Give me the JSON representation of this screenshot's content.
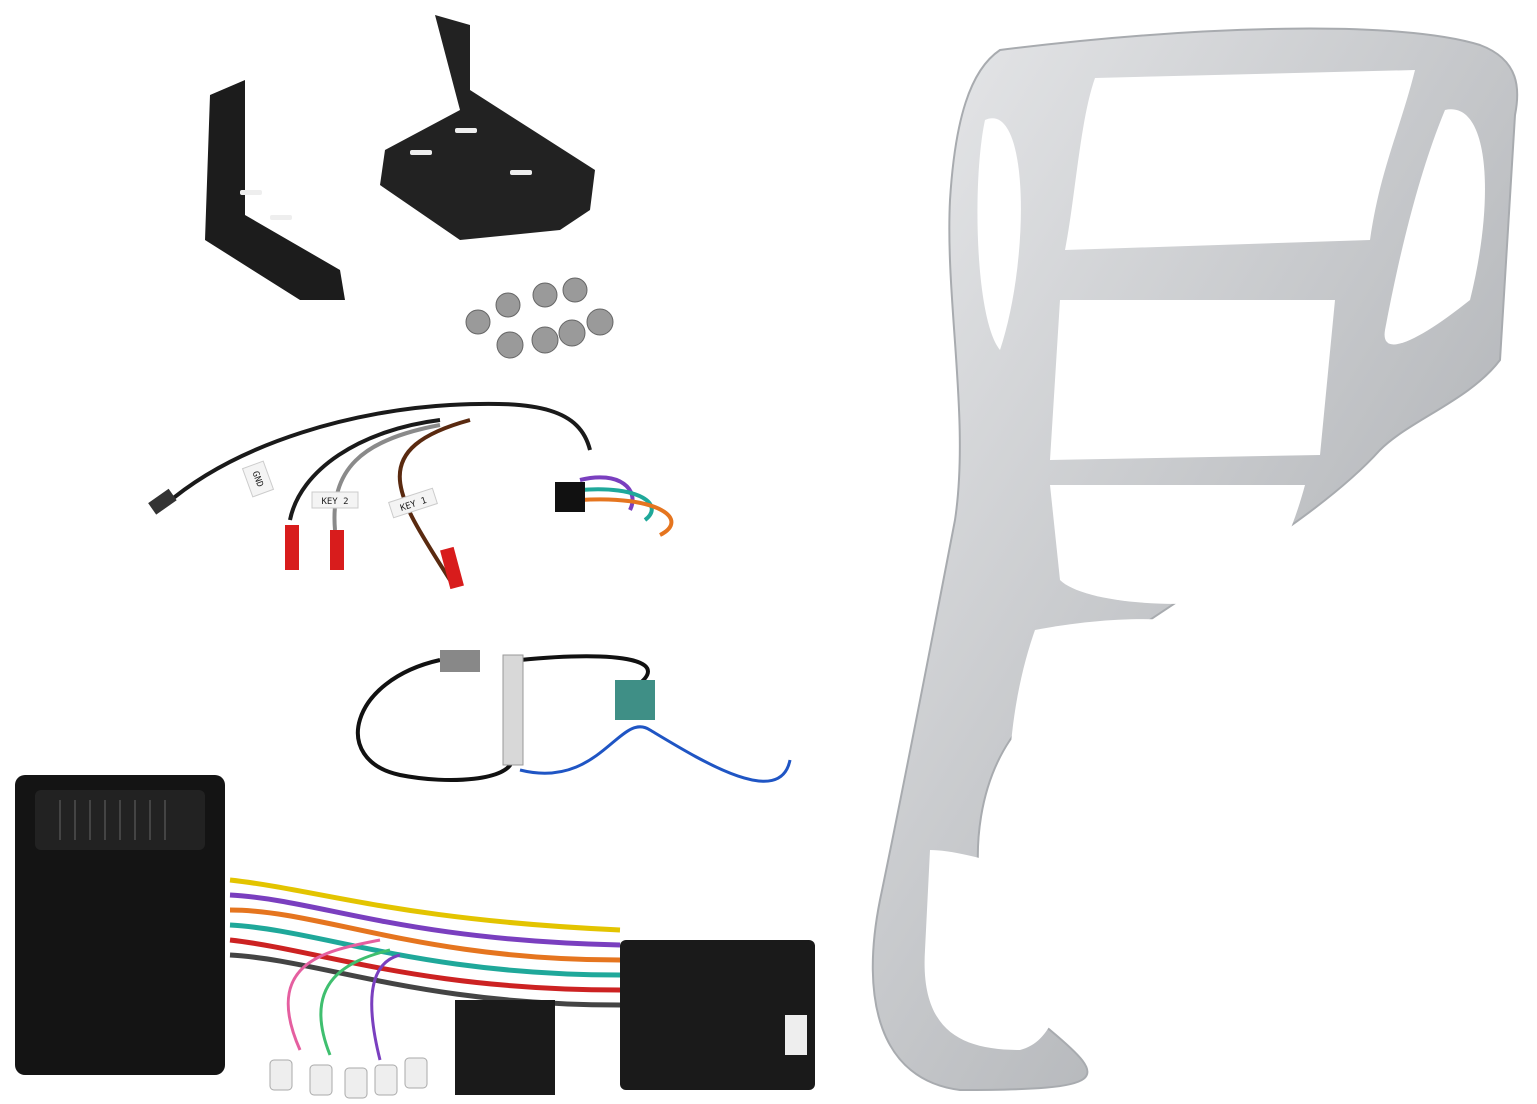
{
  "wire_labels": {
    "gnd": "GND",
    "key2": "KEY 2",
    "key1": "KEY 1"
  },
  "colors": {
    "fascia_silver": "#c9cbce",
    "bracket_black": "#1c1c1c",
    "terminal_red": "#d81c1c",
    "fakra_green": "#3f8f86"
  }
}
